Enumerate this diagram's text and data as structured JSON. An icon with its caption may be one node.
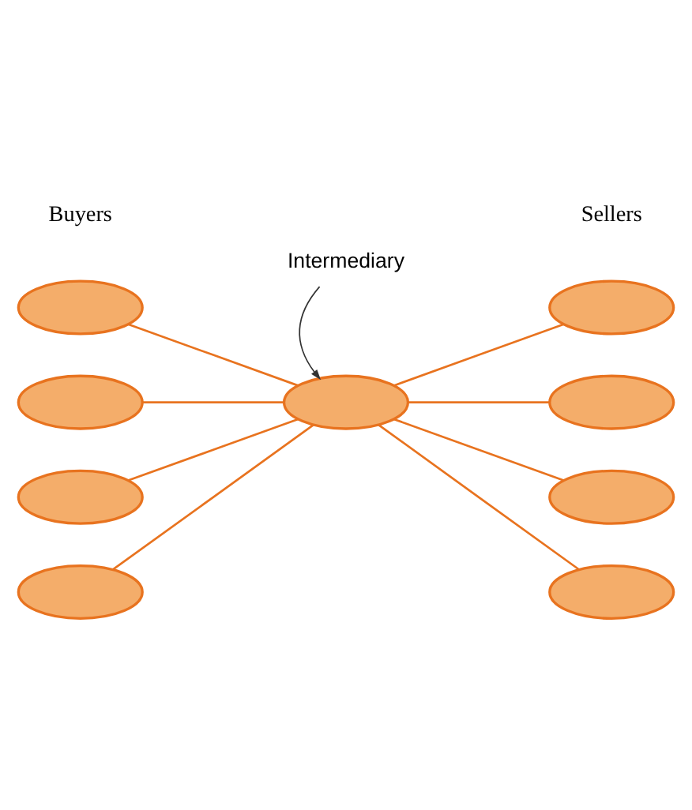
{
  "diagram": {
    "nodes": [
      {
        "text": [
          "Intermediary"
        ]
      },
      {
        "text": [],
        "shape": "ellipse"
      },
      {
        "text": [],
        "shape": "ellipse"
      },
      {
        "text": [],
        "shape": "ellipse"
      },
      {
        "text": [],
        "shape": "ellipse"
      },
      {
        "text": [],
        "shape": "ellipse"
      },
      {
        "text": [],
        "shape": "ellipse"
      },
      {
        "text": [],
        "shape": "ellipse"
      },
      {
        "text": [],
        "shape": "ellipse"
      },
      {
        "text": [],
        "shape": "ellipse"
      }
    ],
    "edges": [
      {
        "from": 0,
        "to": 1,
        "arrow": "to",
        "color": "#333333"
      },
      {
        "from": 2,
        "to": 1,
        "arrow": "none"
      },
      {
        "from": 3,
        "to": 1,
        "arrow": "none"
      },
      {
        "from": 4,
        "to": 1,
        "arrow": "none"
      },
      {
        "from": 5,
        "to": 1,
        "arrow": "none"
      },
      {
        "from": 1,
        "to": 6,
        "arrow": "none"
      },
      {
        "from": 1,
        "to": 7,
        "arrow": "none"
      },
      {
        "from": 1,
        "to": 8,
        "arrow": "none"
      },
      {
        "from": 1,
        "to": 9,
        "arrow": "none"
      }
    ],
    "labels": [
      "Buyers",
      "Sellers"
    ]
  }
}
